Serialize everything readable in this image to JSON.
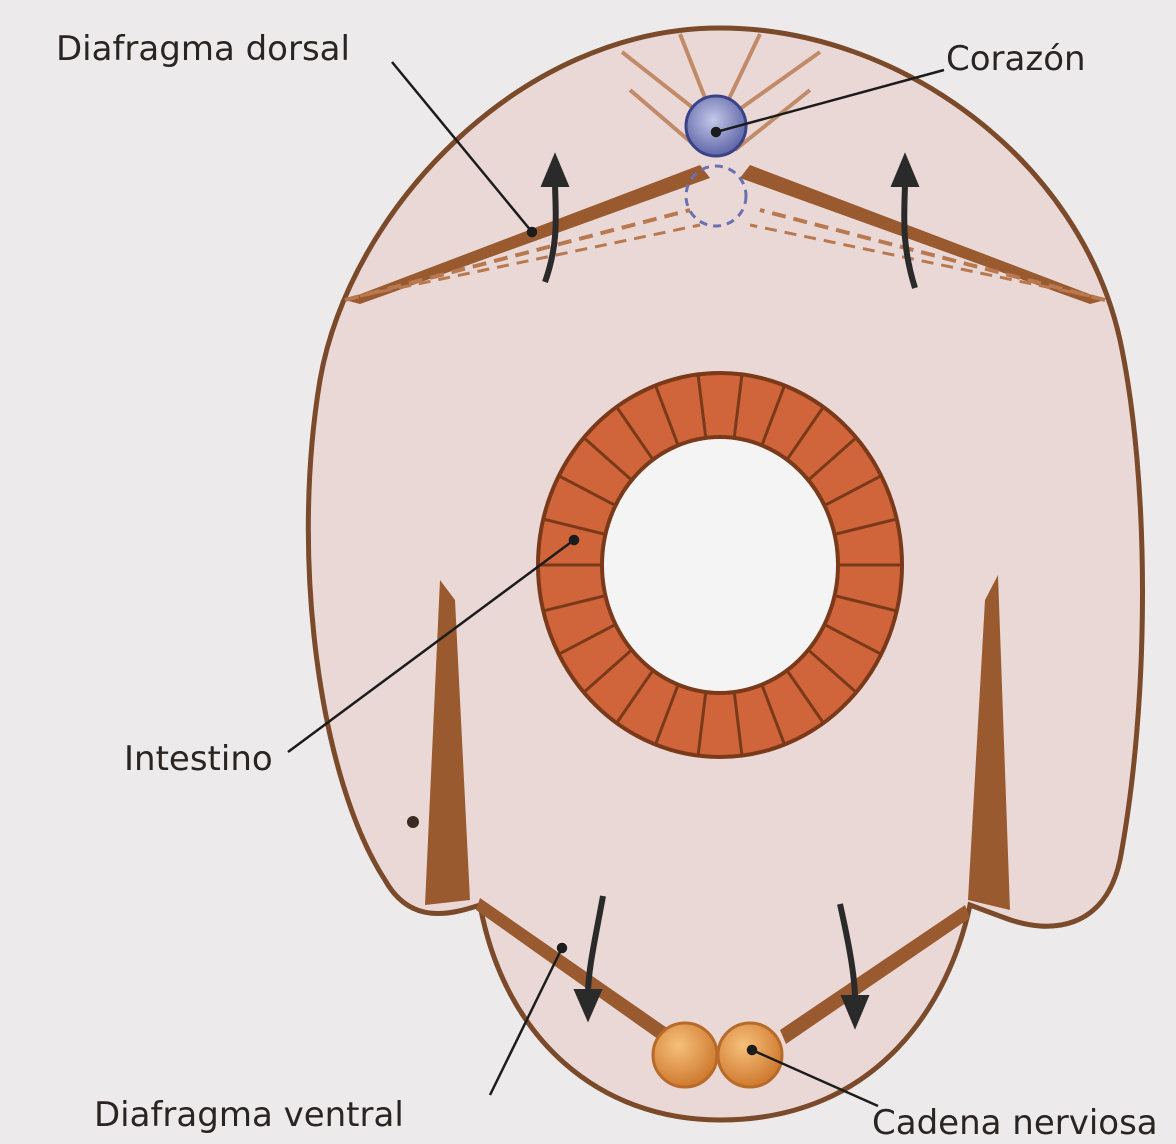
{
  "labels": {
    "dorsal_diaphragm": "Diafragma dorsal",
    "heart": "Corazón",
    "intestine": "Intestino",
    "ventral_diaphragm": "Diafragma ventral",
    "nerve_cord": "Cadena nerviosa"
  },
  "colors": {
    "background": "#eceaea",
    "body_fill": "#ead8d6",
    "outline": "#7a4a2a",
    "muscle": "#9a5a30",
    "intestine_wall": "#d0643a",
    "heart": "#8a92c8",
    "nerve_ganglia": "#e89a48",
    "leader_lines": "#1c1c1c"
  }
}
